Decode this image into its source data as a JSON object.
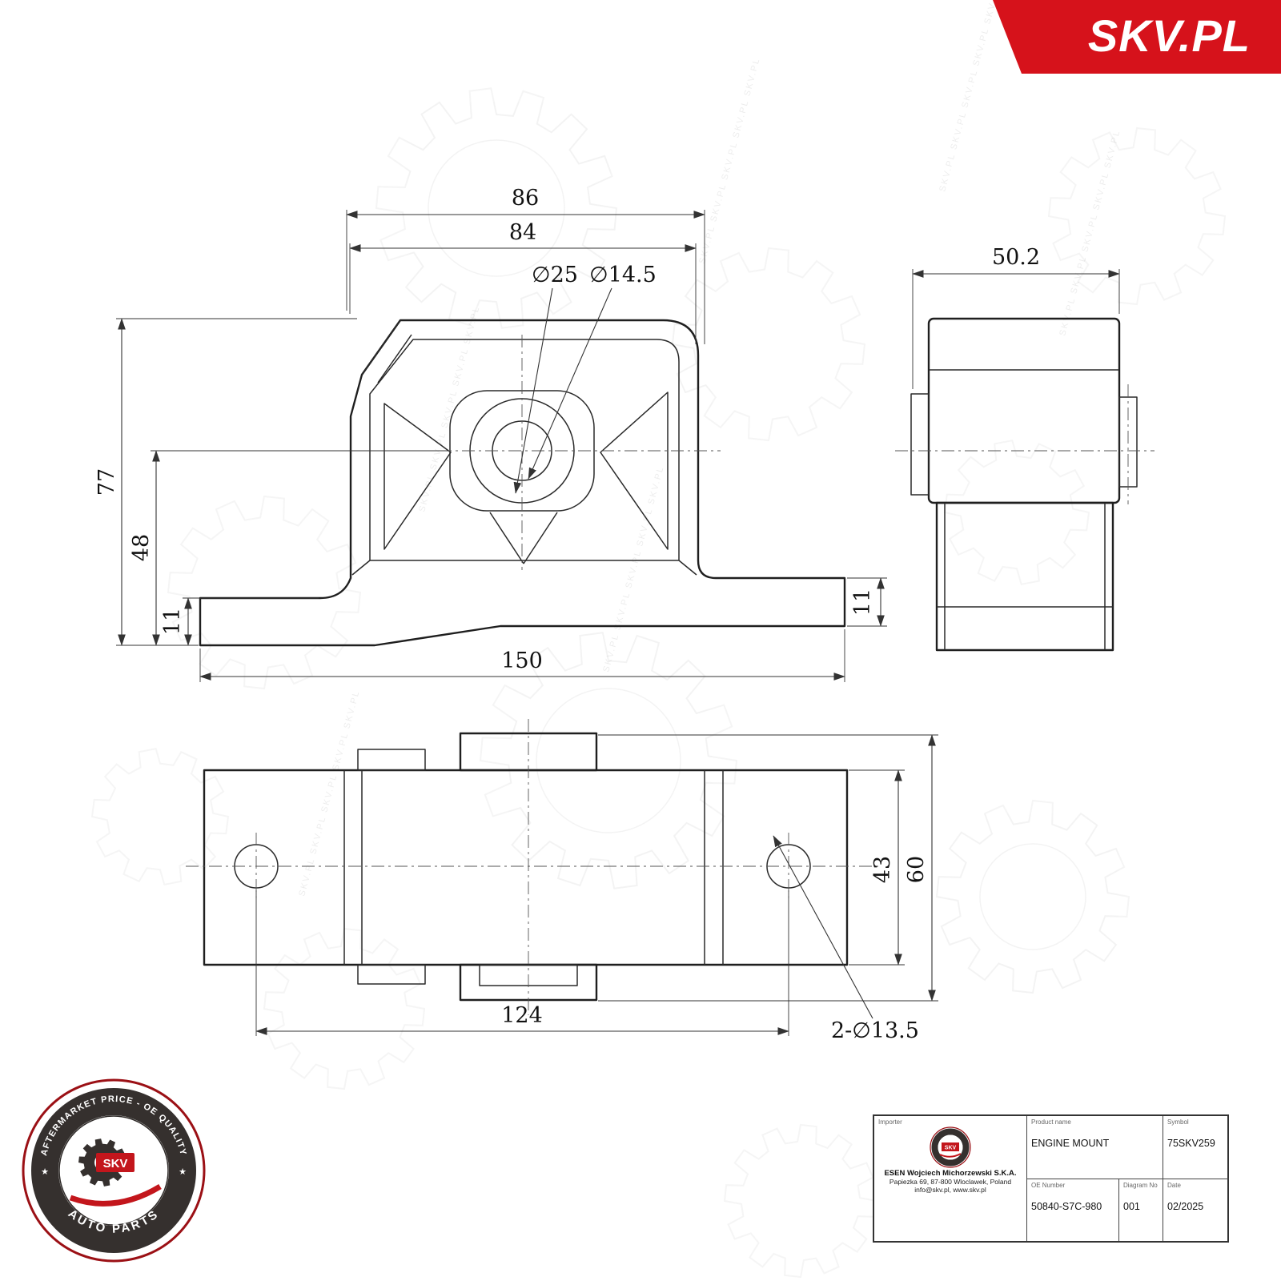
{
  "banner": {
    "brand": "SKV.PL"
  },
  "watermark": {
    "text": "SKV.PL",
    "column": "SKV.PL SKV.PL SKV.PL SKV.PL SKV.PL"
  },
  "front": {
    "d86": "86",
    "d84": "84",
    "d25": "∅25",
    "d145": "∅14.5",
    "d77": "77",
    "d48": "48",
    "d11l": "11",
    "d11r": "11",
    "d150": "150"
  },
  "side": {
    "d502": "50.2"
  },
  "bottom": {
    "d124": "124",
    "d43": "43",
    "d60": "60",
    "holes": "2-∅13.5"
  },
  "logo": {
    "arc_top": "AFTERMARKET PRICE - OE QUALITY",
    "name": "SKV",
    "arc_bottom": "AUTO PARTS",
    "star": "★"
  },
  "title_block": {
    "importer_label": "Importer",
    "importer_name": "ESEN Wojciech Michorzewski S.K.A.",
    "importer_addr": "Papiezka 69, 87-800 Wloclawek, Poland",
    "importer_contact": "info@skv.pl, www.skv.pl",
    "product_label": "Product name",
    "product_value": "ENGINE MOUNT",
    "symbol_label": "Symbol",
    "symbol_value": "75SKV259",
    "oe_label": "OE Number",
    "oe_value": "50840-S7C-980",
    "diagram_label": "Diagram No",
    "diagram_value": "001",
    "date_label": "Date",
    "date_value": "02/2025"
  }
}
